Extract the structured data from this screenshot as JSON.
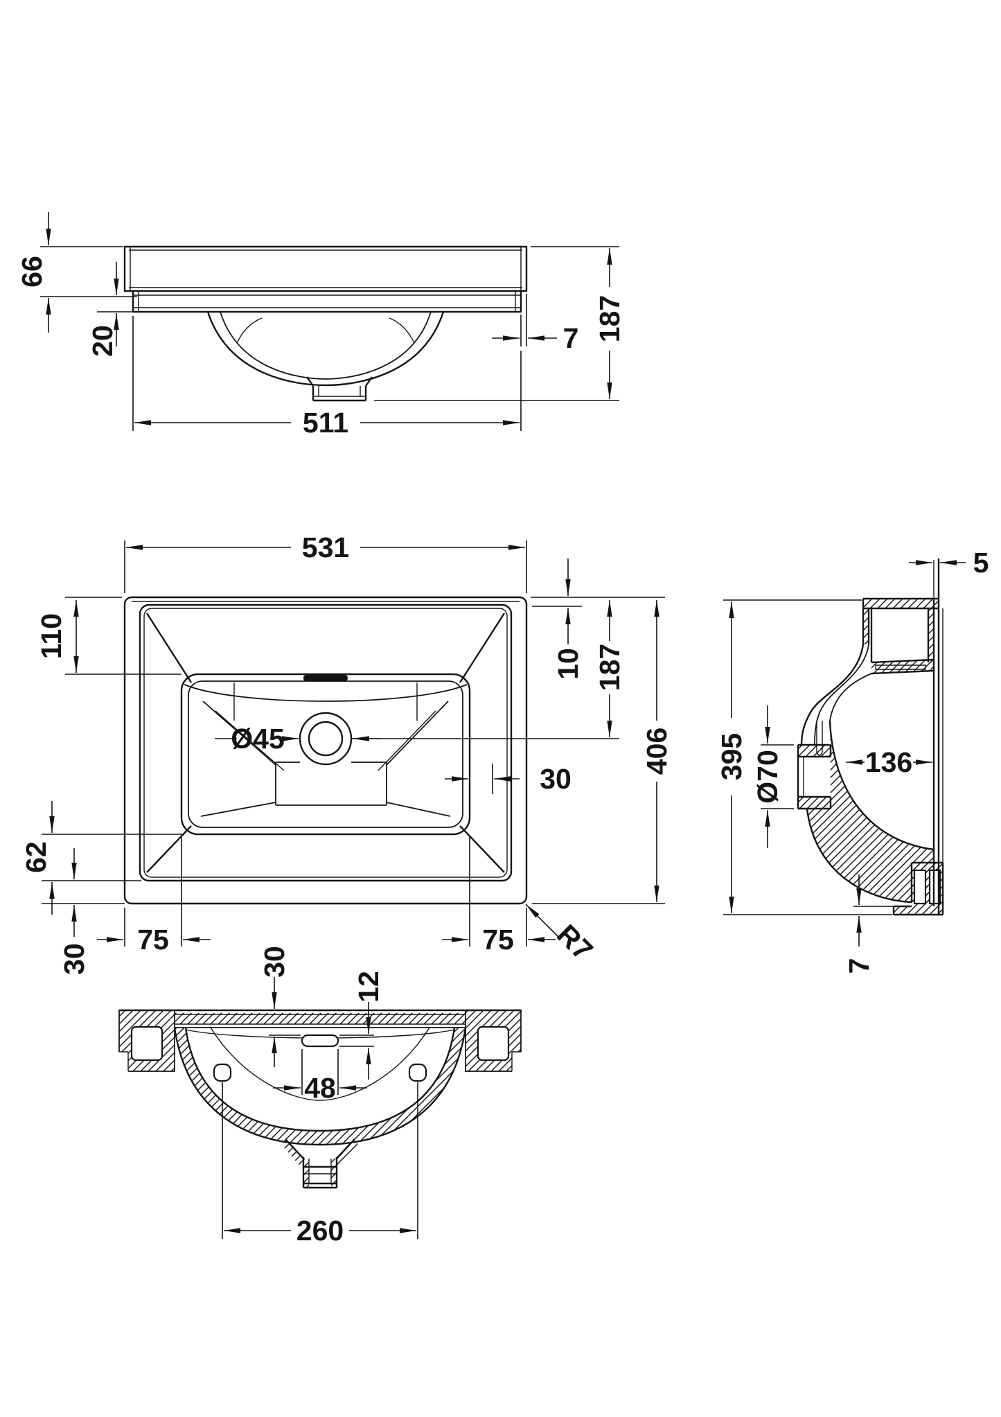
{
  "drawing": {
    "kind": "technical-drawing",
    "subject": "wash-basin",
    "colors": {
      "line": "#141414",
      "background": "#ffffff"
    },
    "views": {
      "front": {
        "name": "front-elevation",
        "dims": {
          "rim_height": "66",
          "rim_lip_drop": "20",
          "edge_step": "7",
          "overall_height": "187",
          "basin_width": "511"
        }
      },
      "plan": {
        "name": "plan-view",
        "dims": {
          "overall_width": "531",
          "back_deck_depth": "110",
          "back_rim_inset": "10",
          "drain_center_from_back": "187",
          "overall_depth": "406",
          "drain_hole": "Ø45",
          "side_deck_width": "30",
          "front_deck_depth": "62",
          "front_rim_inset": "30",
          "left_bowl_margin": "75",
          "right_bowl_margin": "75",
          "corner_radius": "R7"
        }
      },
      "side": {
        "name": "side-section",
        "dims": {
          "wall_flange_thickness": "5",
          "overall_height": "395",
          "tap_hole": "Ø70",
          "bowl_inner_depth": "136",
          "base_lip": "7"
        }
      },
      "bottom": {
        "name": "bottom-view",
        "dims": {
          "slot_offset": "30",
          "slot_height": "12",
          "slot_width": "48",
          "fixing_hole_spacing": "260"
        }
      }
    }
  }
}
